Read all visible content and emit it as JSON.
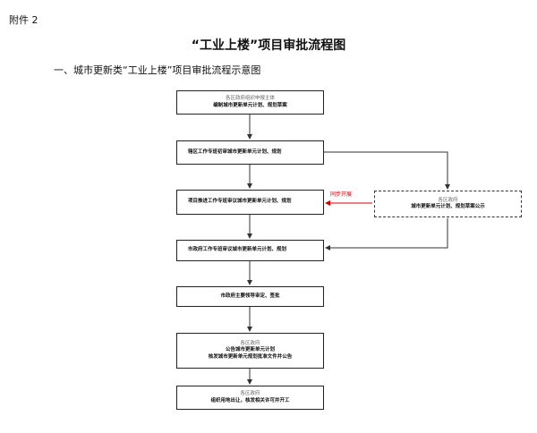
{
  "header": {
    "attachment": "附件 2",
    "title": "“工业上楼”项目审批流程图",
    "section": "一、城市更新类“工业上楼”项目审批流程示意图"
  },
  "flow": {
    "step1": {
      "header": "各区政府组织申报主体",
      "text": "编制城市更新单元计划、规划草案"
    },
    "step2": {
      "text": "辖区工作专班初审城市更新单元计划、规划"
    },
    "step3": {
      "text": "项目推进工作专班审议城市更新单元计划、规划"
    },
    "side": {
      "header": "各区政府",
      "text": "城市更新单元计划、规划草案公示"
    },
    "sync_label": "同步开展",
    "step4": {
      "text": "市政府工作专班审议城市更新单元计划、规划"
    },
    "step5": {
      "text": "市政府主要领导审定、签批"
    },
    "step6": {
      "header": "各区政府",
      "line1": "公告城市更新单元计划",
      "line2": "核发城市更新单元规划批准文件并公告"
    },
    "step7": {
      "header": "各区政府",
      "text": "组织用地出让，核发相关许可并开工"
    }
  },
  "colors": {
    "line": "#333333",
    "sync": "#d40000"
  }
}
